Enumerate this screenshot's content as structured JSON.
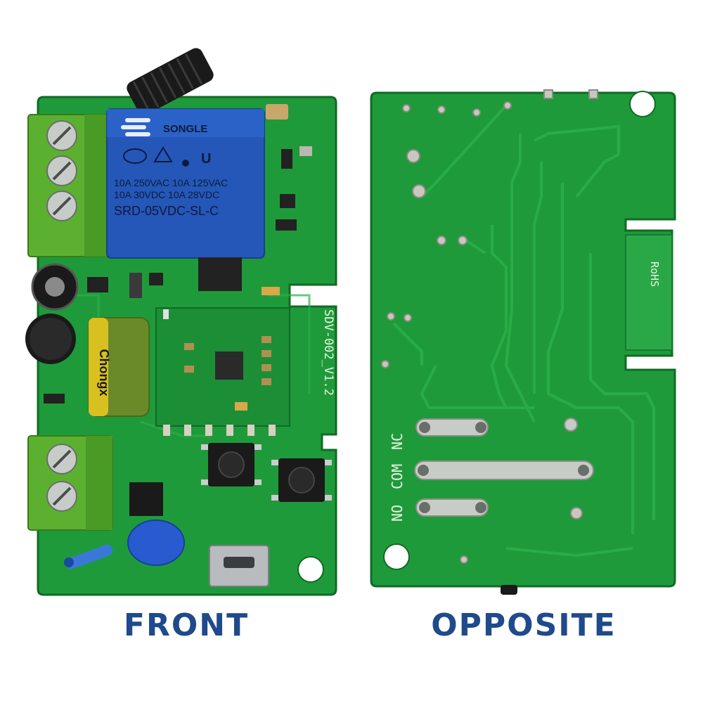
{
  "colors": {
    "pcb_green": "#1f9a3a",
    "pcb_dark": "#167a2d",
    "relay_blue": "#2457b8",
    "terminal_green": "#5cb030",
    "caption_blue": "#1f4a8c"
  },
  "front_board": {
    "caption": "FRONT",
    "relay": {
      "brand": "SONGLE",
      "line1": "10A 250VAC 10A 125VAC",
      "line2": "10A 30VDC 10A 28VDC",
      "model": "SRD-05VDC-SL-C"
    },
    "board_label": "SDV-002_V1.2",
    "capacitor_brand": "Chongx"
  },
  "back_board": {
    "caption": "OPPOSITE",
    "contacts": [
      "NC",
      "COM",
      "NO"
    ],
    "module_label": "RoHS"
  }
}
